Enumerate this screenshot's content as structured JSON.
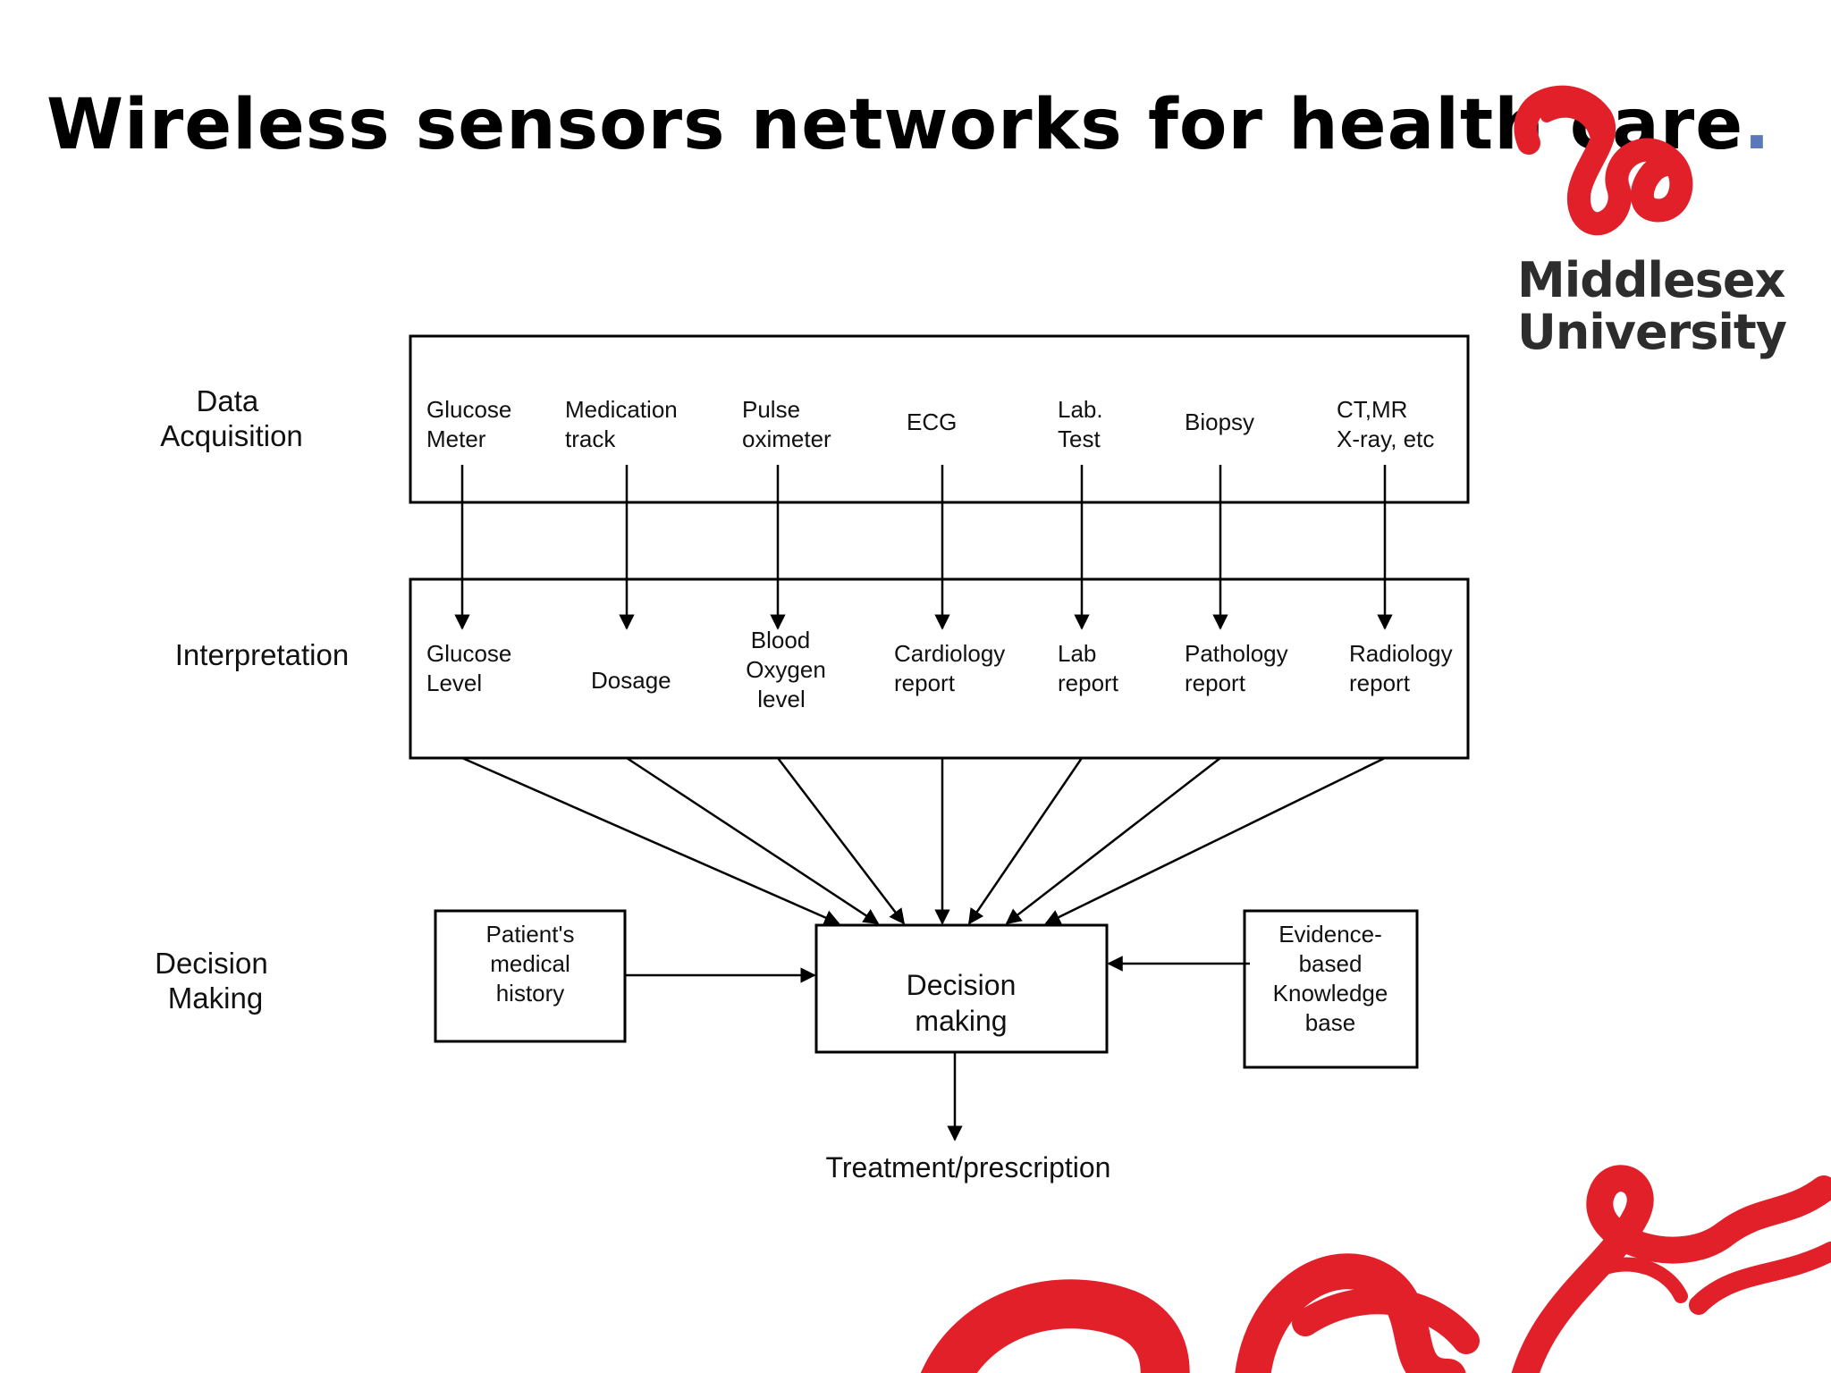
{
  "title": "Wireless sensors networks for health care",
  "title_dot": ".",
  "logo": {
    "line1": "Middlesex",
    "line2": "University"
  },
  "stages": {
    "acquisition": [
      "Data",
      "Acquisition"
    ],
    "interpretation": [
      "Interpretation"
    ],
    "decision": [
      "Decision",
      "Making"
    ]
  },
  "sources": [
    [
      "Glucose",
      "Meter"
    ],
    [
      "Medication",
      "track"
    ],
    [
      "Pulse",
      "oximeter"
    ],
    [
      "ECG"
    ],
    [
      "Lab.",
      "Test"
    ],
    [
      "Biopsy"
    ],
    [
      "CT,MR",
      "X-ray, etc"
    ]
  ],
  "interpretations": [
    [
      "Glucose",
      "Level"
    ],
    [
      "Dosage"
    ],
    [
      "Blood",
      "Oxygen",
      "level"
    ],
    [
      "Cardiology",
      "report"
    ],
    [
      "Lab",
      "report"
    ],
    [
      "Pathology",
      "report"
    ],
    [
      "Radiology",
      "report"
    ]
  ],
  "history": [
    "Patient's",
    "medical",
    "history"
  ],
  "decision": [
    "Decision",
    "making"
  ],
  "knowledge": [
    "Evidence-",
    "based",
    "Knowledge",
    "base"
  ],
  "output": "Treatment/prescription",
  "colors": {
    "brand": "#e2202a",
    "title_dot": "#5b78b8"
  }
}
